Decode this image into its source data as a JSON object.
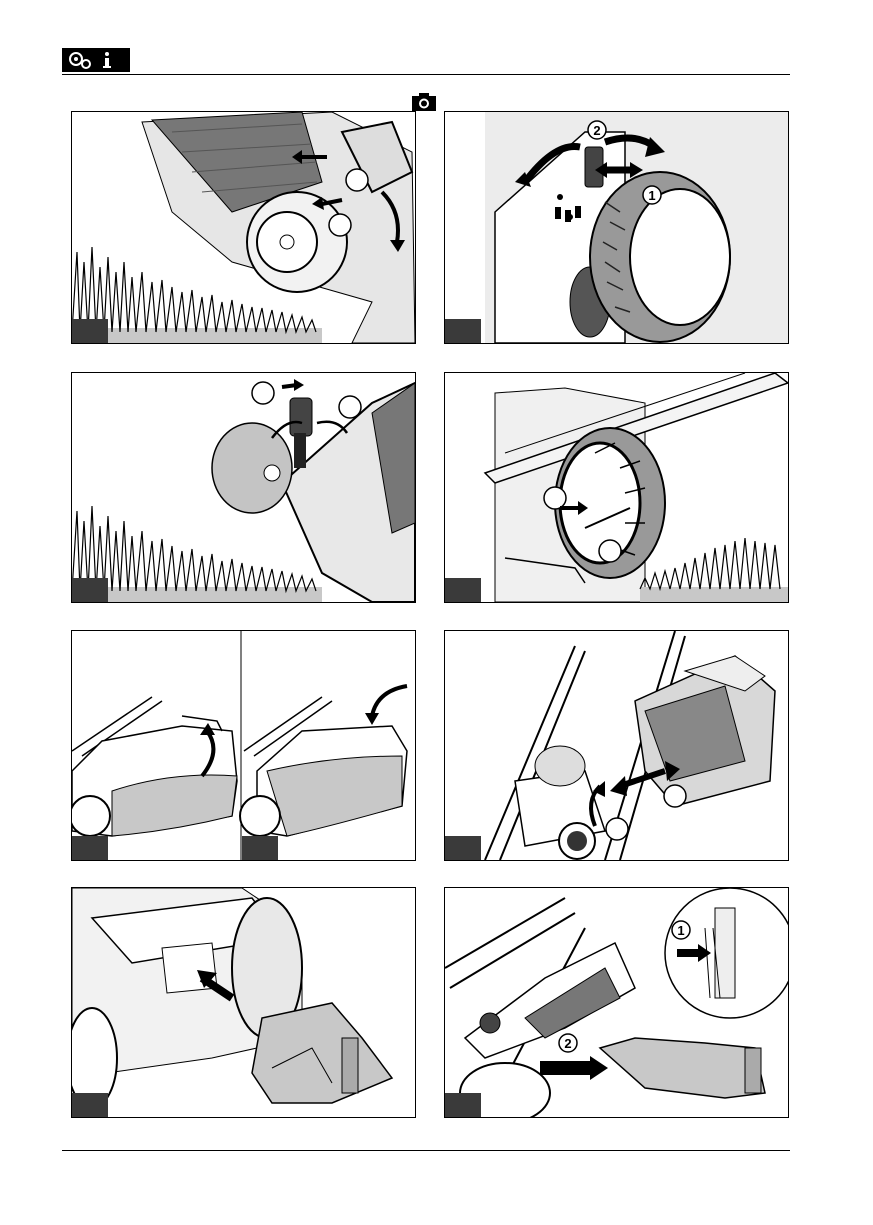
{
  "header": {
    "icons": [
      "gears-icon",
      "info-icon"
    ]
  },
  "camera_icon": "camera-icon",
  "panels": [
    {
      "callouts": []
    },
    {
      "callouts": [
        "1",
        "2"
      ]
    },
    {
      "callouts": []
    },
    {
      "callouts": []
    },
    {
      "callouts": []
    },
    {
      "callouts": []
    },
    {
      "callouts": []
    },
    {
      "callouts": [
        "1",
        "2"
      ]
    }
  ],
  "colors": {
    "ink": "#000000",
    "tag": "#3a3a3a",
    "fill": "#c8c8c8"
  }
}
